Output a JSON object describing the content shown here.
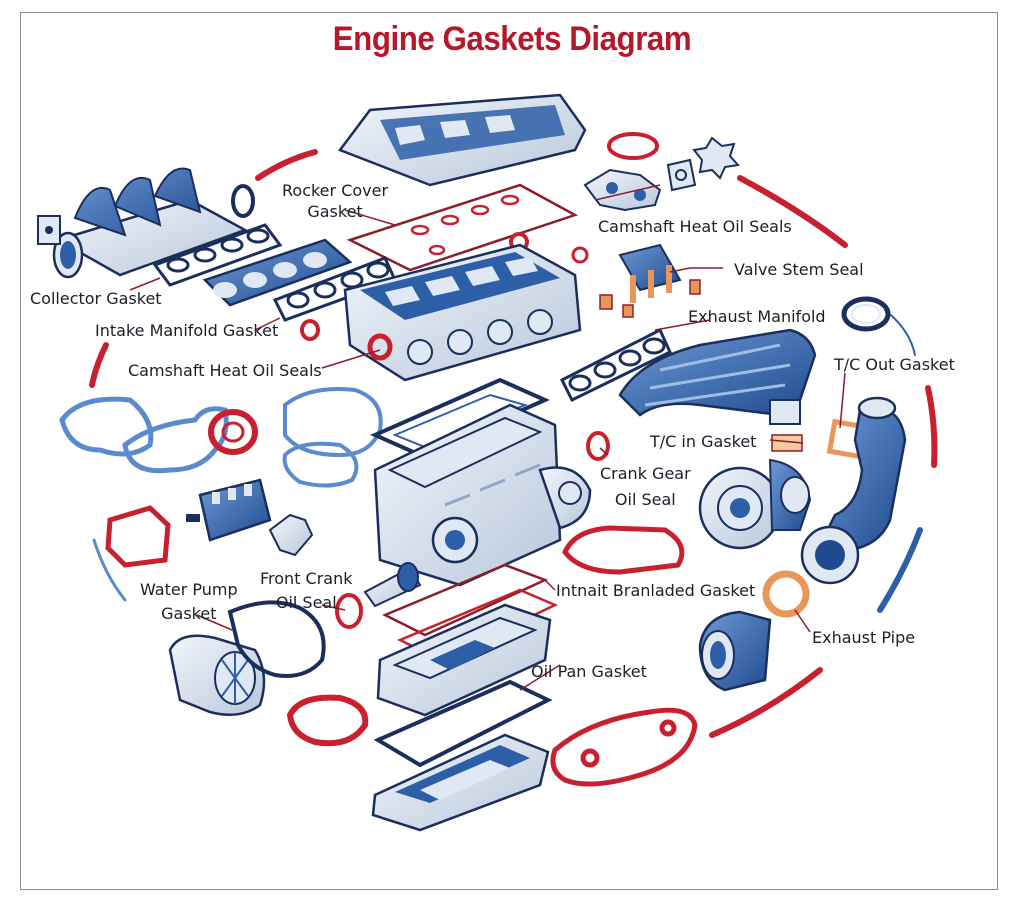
{
  "title": "Engine Gaskets Diagram",
  "labels": {
    "rocker_cover_gasket": "Rocker Cover\nGasket",
    "camshaft_heat_oil_seals_top": "Camshaft Heat Oil Seals",
    "valve_stem_seal": "Valve Stem Seal",
    "collector_gasket": "Collector Gasket",
    "intake_manifold_gasket": "Intake Manifold Gasket",
    "exhaust_manifold": "Exhaust Manifold",
    "camshaft_heat_oil_seals_left": "Camshaft Heat Oil Seals",
    "tc_out_gasket": "T/C Out Gasket",
    "tc_in_gasket": "T/C in Gasket",
    "crank_gear_oil_seal": "Crank Gear\nOil Seal",
    "water_pump_gasket": "Water Pump\nGasket",
    "front_crank_oil_seal": "Front Crank\nOil Seal",
    "intnait_branladed_gasket": "Intnait Branladed Gasket",
    "exhaust_pipe": "Exhaust Pipe",
    "oil_pan_gasket": "Oil Pan Gasket"
  },
  "colors": {
    "title": "#b5182a",
    "part_blue": "#2d5fa8",
    "part_dark": "#1a2f5c",
    "part_light": "#dfe8f3",
    "gasket_red": "#c8202f",
    "gasket_orange": "#e8965a",
    "leader": "#8b1e2a"
  }
}
